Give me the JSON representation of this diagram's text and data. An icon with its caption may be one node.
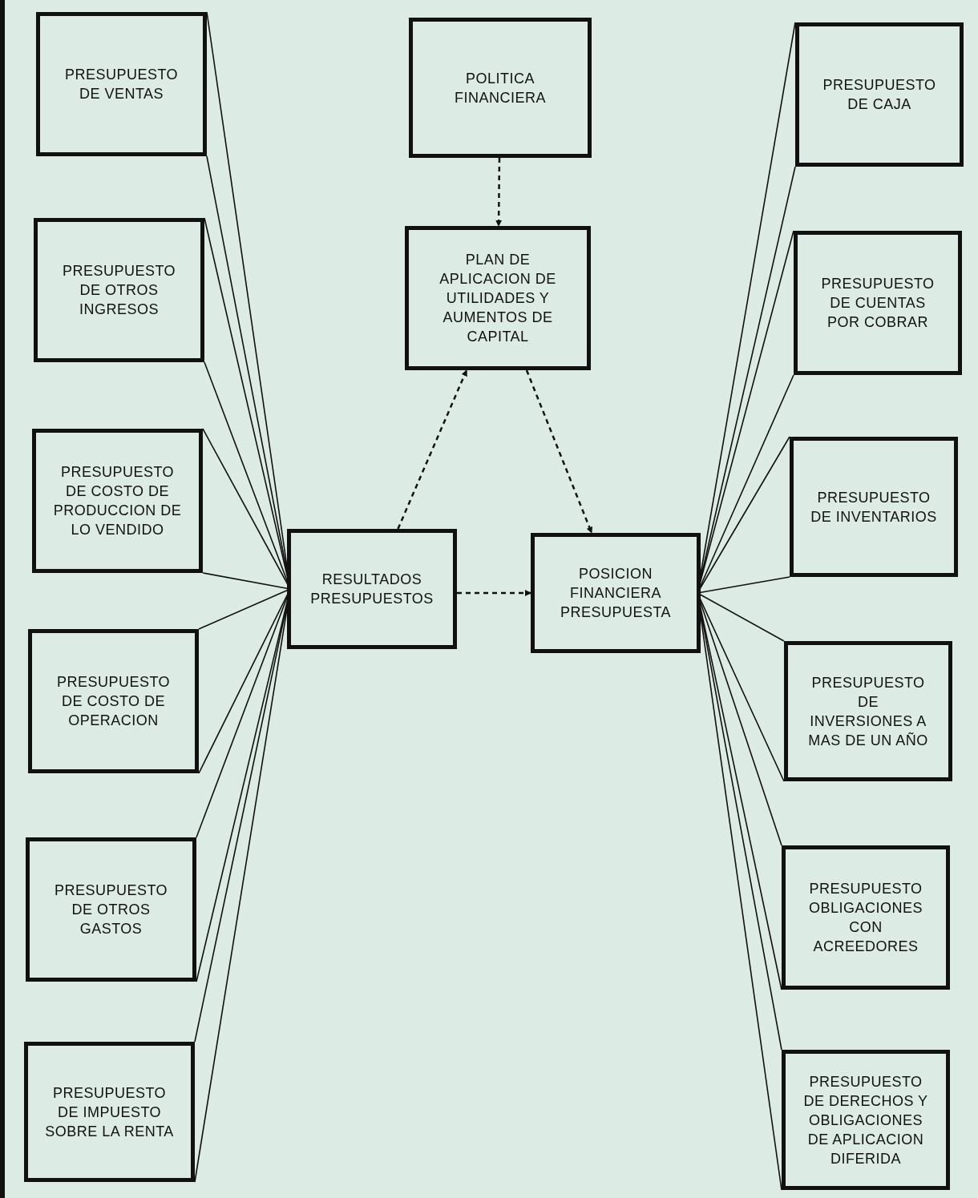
{
  "diagram": {
    "nodes": [
      {
        "text": [
          "PRESUPUESTO DE VENTAS"
        ]
      },
      {
        "text": [
          "POLITICA FINANCIERA"
        ]
      },
      {
        "text": [
          "PRESUPUESTO DE CAJA"
        ]
      },
      {
        "text": [
          "PRESUPUESTO DE OTROS INGRESOS"
        ]
      },
      {
        "text": [
          "PLAN DE APLICACION DE UTILIDADES Y AUMENTOS DE CAPITAL"
        ]
      },
      {
        "text": [
          "PRESUPUESTO DE CUENTAS POR COBRAR"
        ]
      },
      {
        "text": [
          "PRESUPUESTO DE COSTO DE PRODUCCION DE LO VENDIDO"
        ]
      },
      {
        "text": [
          "PRESUPUESTO DE INVENTARIOS"
        ]
      },
      {
        "text": [
          "RESULTADOS PRESUPUESTOS"
        ]
      },
      {
        "text": [
          "POSICION FINANCIERA PRESUPUESTA"
        ]
      },
      {
        "text": [
          "PRESUPUESTO DE COSTO DE OPERACION"
        ]
      },
      {
        "text": [
          "PRESUPUESTO DE INVERSIONES A MAS DE UN AÑO"
        ]
      },
      {
        "text": [
          "PRESUPUESTO DE OTROS GASTOS"
        ]
      },
      {
        "text": [
          "PRESUPUESTO OBLIGACIONES CON ACREEDORES"
        ]
      },
      {
        "text": [
          "PRESUPUESTO DE IMPUESTO SOBRE LA RENTA"
        ]
      },
      {
        "text": [
          "PRESUPUESTO DE DERECHOS Y OBLIGACIONES DE APLICACION DIFERIDA"
        ]
      }
    ],
    "edges": [
      {
        "from": 0,
        "to": 8,
        "arrow": "none"
      },
      {
        "from": 3,
        "to": 8,
        "arrow": "none"
      },
      {
        "from": 6,
        "to": 8,
        "arrow": "none"
      },
      {
        "from": 10,
        "to": 8,
        "arrow": "none"
      },
      {
        "from": 12,
        "to": 8,
        "arrow": "none"
      },
      {
        "from": 14,
        "to": 8,
        "arrow": "none"
      },
      {
        "from": 2,
        "to": 9,
        "arrow": "none"
      },
      {
        "from": 5,
        "to": 9,
        "arrow": "none"
      },
      {
        "from": 7,
        "to": 9,
        "arrow": "none"
      },
      {
        "from": 11,
        "to": 9,
        "arrow": "none"
      },
      {
        "from": 13,
        "to": 9,
        "arrow": "none"
      },
      {
        "from": 15,
        "to": 9,
        "arrow": "none"
      },
      {
        "from": 1,
        "to": 4,
        "arrow": "to",
        "style": "dashed"
      },
      {
        "from": 8,
        "to": 4,
        "arrow": "to",
        "style": "dashed"
      },
      {
        "from": 4,
        "to": 9,
        "arrow": "to",
        "style": "dashed"
      },
      {
        "from": 8,
        "to": 9,
        "arrow": "to",
        "style": "dashed"
      }
    ]
  }
}
